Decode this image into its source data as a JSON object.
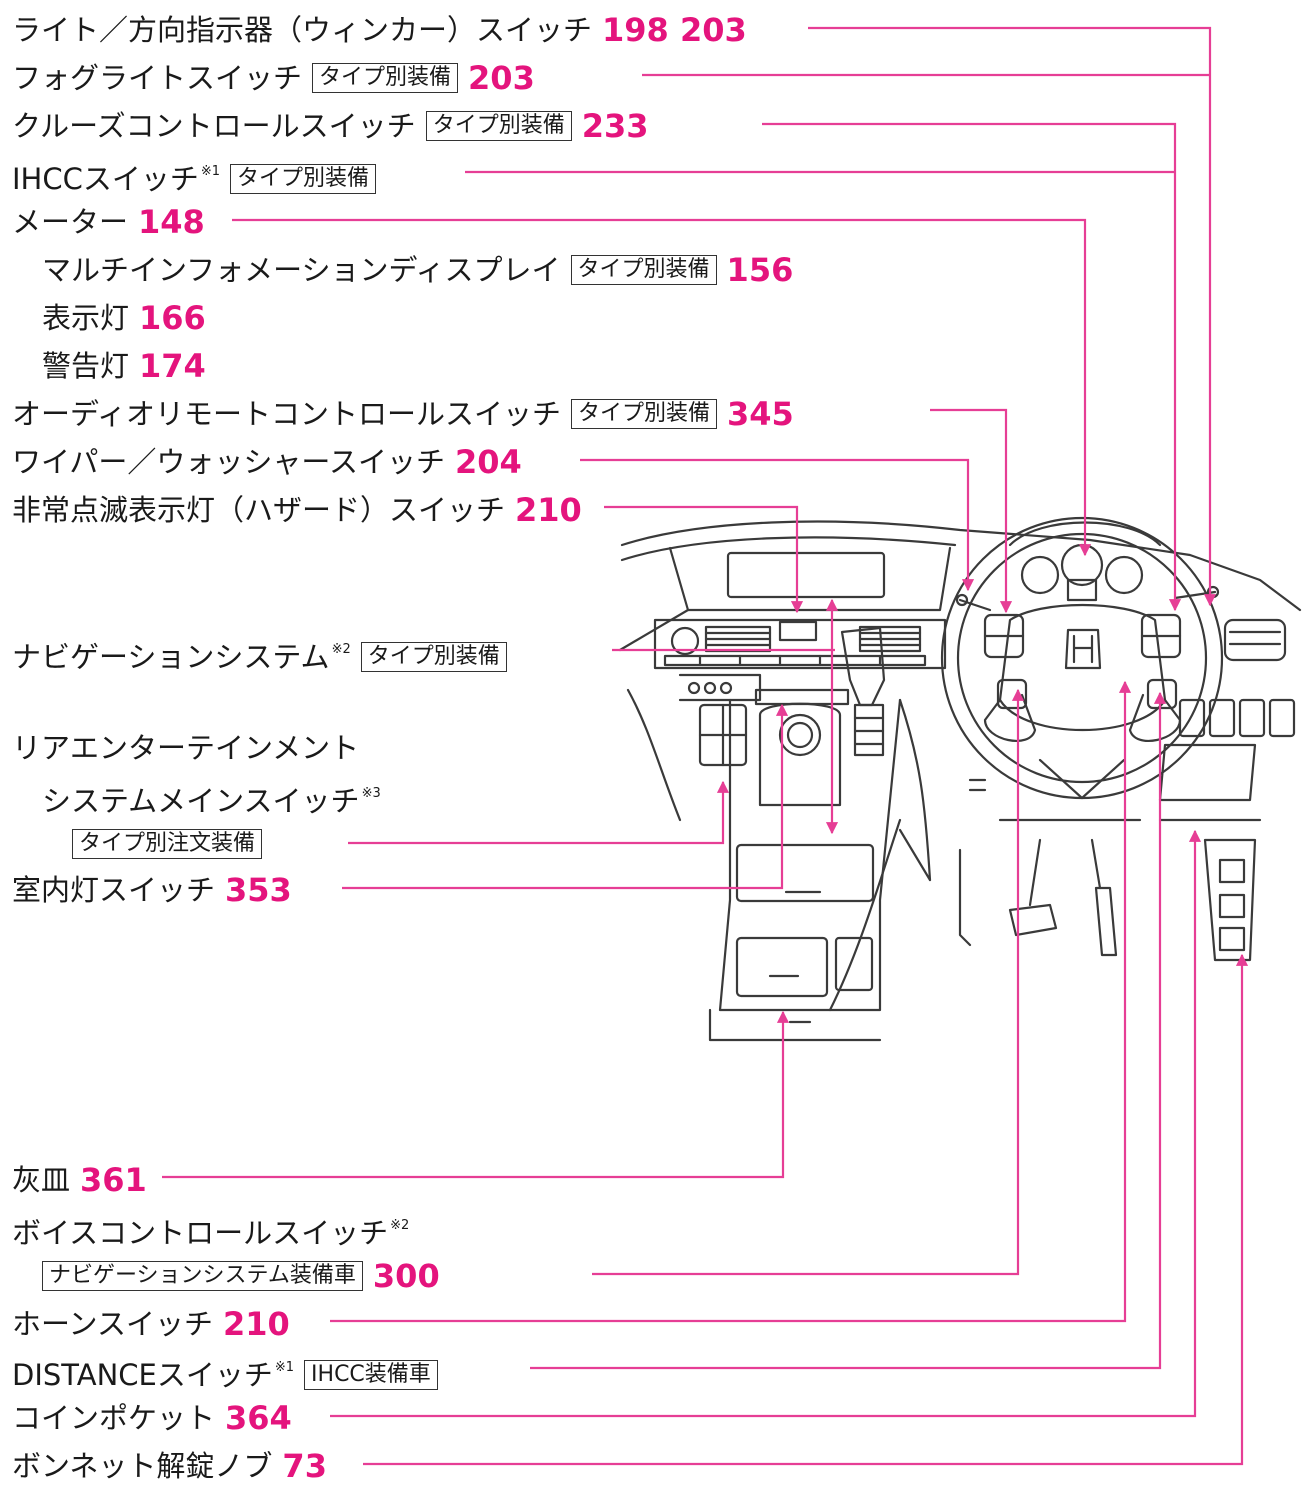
{
  "labels": {
    "light_switch": {
      "text": "ライト／方向指示器（ウィンカー）スイッチ",
      "pages": "198 203"
    },
    "fog_light": {
      "text": "フォグライトスイッチ",
      "tag": "タイプ別装備",
      "pages": "203"
    },
    "cruise_control": {
      "text": "クルーズコントロールスイッチ",
      "tag": "タイプ別装備",
      "pages": "233"
    },
    "ihcc": {
      "text": "IHCCスイッチ",
      "note": "※1",
      "tag": "タイプ別装備"
    },
    "meter": {
      "text": "メーター",
      "pages": "148"
    },
    "mid": {
      "text": "マルチインフォメーションディスプレイ",
      "tag": "タイプ別装備",
      "pages": "156"
    },
    "indicator": {
      "text": "表示灯",
      "pages": "166"
    },
    "warning": {
      "text": "警告灯",
      "pages": "174"
    },
    "audio_remote": {
      "text": "オーディオリモートコントロールスイッチ",
      "tag": "タイプ別装備",
      "pages": "345"
    },
    "wiper": {
      "text": "ワイパー／ウォッシャースイッチ",
      "pages": "204"
    },
    "hazard": {
      "text": "非常点滅表示灯（ハザード）スイッチ",
      "pages": "210"
    },
    "navigation": {
      "text": "ナビゲーションシステム",
      "note": "※2",
      "tag": "タイプ別装備"
    },
    "rear_ent_1": {
      "text": "リアエンターテインメント"
    },
    "rear_ent_2": {
      "text": "システムメインスイッチ",
      "note": "※3"
    },
    "rear_ent_tag": {
      "tag": "タイプ別注文装備"
    },
    "room_light": {
      "text": "室内灯スイッチ",
      "pages": "353"
    },
    "ashtray": {
      "text": "灰皿",
      "pages": "361"
    },
    "voice_control": {
      "text": "ボイスコントロールスイッチ",
      "note": "※2"
    },
    "voice_tag": {
      "tag": "ナビゲーションシステム装備車",
      "pages": "300"
    },
    "horn": {
      "text": "ホーンスイッチ",
      "pages": "210"
    },
    "distance": {
      "text": "DISTANCEスイッチ",
      "note": "※1",
      "tag": "IHCC装備車"
    },
    "coin_pocket": {
      "text": "コインポケット",
      "pages": "364"
    },
    "bonnet": {
      "text": "ボンネット解錠ノブ",
      "pages": "73"
    }
  },
  "colors": {
    "accent": "#e4147d",
    "line": "#e63e95",
    "drawing": "#333333"
  }
}
